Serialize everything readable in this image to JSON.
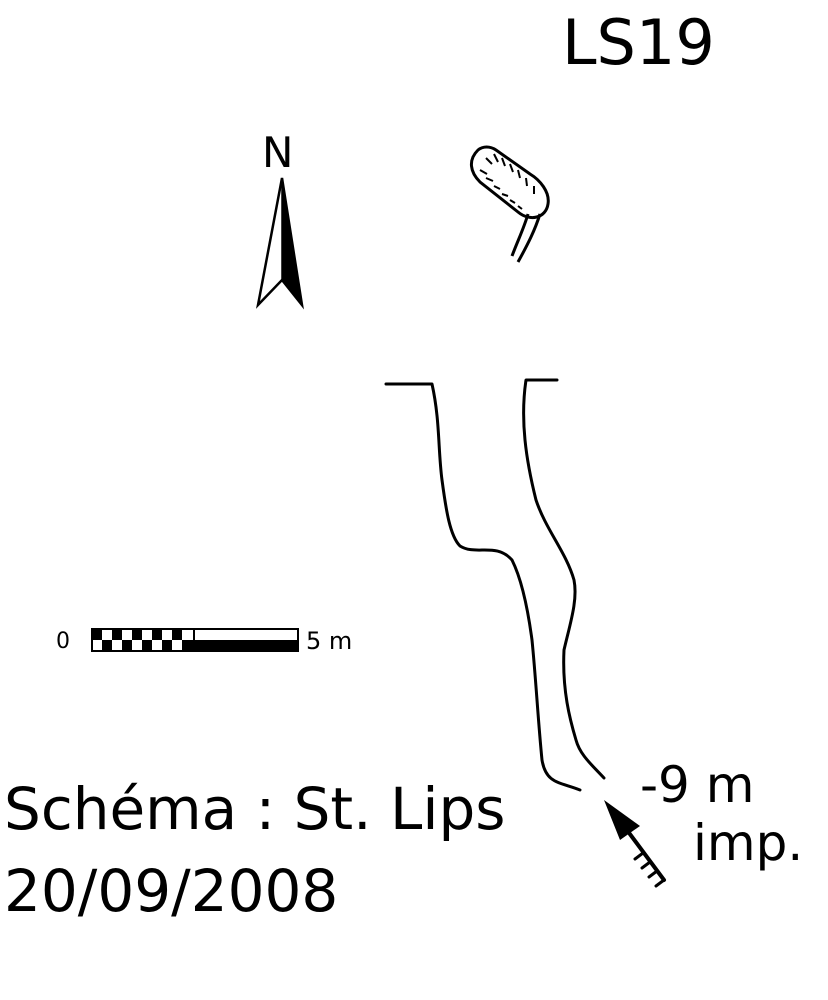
{
  "title": "LS19",
  "north_label": "N",
  "scale_bar": {
    "start_label": "0",
    "end_label": "5 m"
  },
  "depth": {
    "value": "-9 m",
    "note": "imp."
  },
  "credits": {
    "author_line": "Schéma : St. Lips",
    "date_line": "20/09/2008"
  },
  "colors": {
    "ink": "#000000",
    "paper": "#ffffff"
  }
}
